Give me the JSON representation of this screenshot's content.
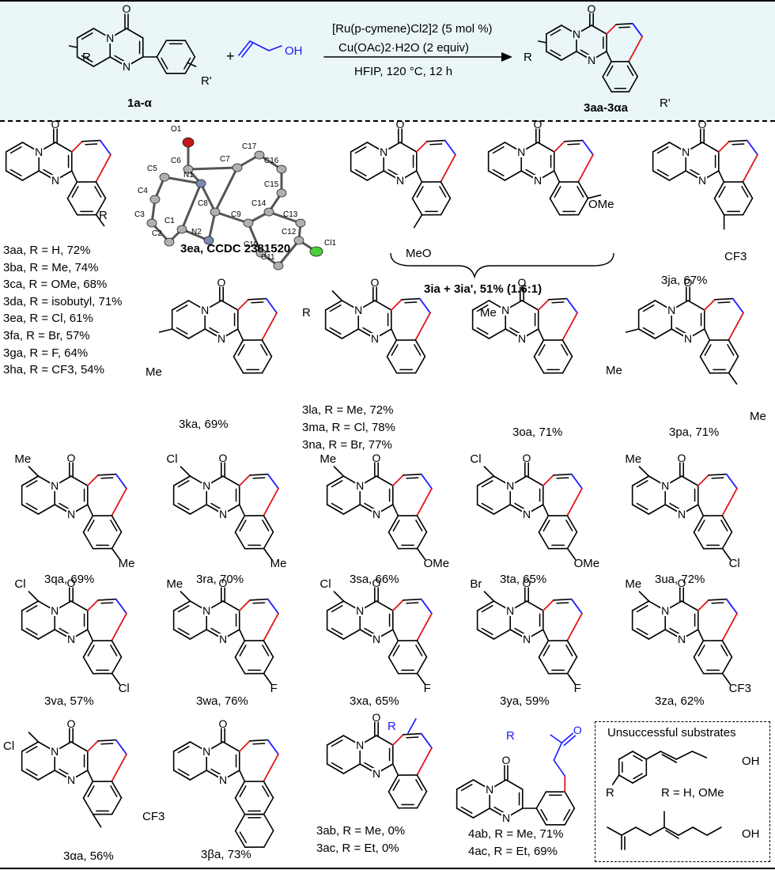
{
  "colors": {
    "header_bg": "#eaf6f8",
    "red_bond": "#e0161a",
    "blue_bond": "#1a1aff",
    "cl_atom": "#4ccf3a",
    "o_atom": "#c01818",
    "n_atom": "#7a8bb0"
  },
  "header": {
    "reactant_label": "1a-α",
    "reactant_r": "R",
    "reactant_r2": "R'",
    "plus": "+",
    "reagent_oh": "OH",
    "condition_1": "[Ru(p-cymene)Cl2]2 (5 mol %)",
    "condition_2": "Cu(OAc)2·H2O (2 equiv)",
    "condition_3": "HFIP, 120 °C, 12 h",
    "product_label": "3aa-3αa",
    "product_r": "R",
    "product_r2": "R'"
  },
  "xray": {
    "label": "3ea, CCDC 2381520",
    "atoms": [
      "O1",
      "C6",
      "C7",
      "C17",
      "C16",
      "C5",
      "N1",
      "C15",
      "C4",
      "C14",
      "C3",
      "C1",
      "C8",
      "C9",
      "C13",
      "C2",
      "N2",
      "C12",
      "C10",
      "C11",
      "Cl1"
    ]
  },
  "products": {
    "aa_series": [
      "3aa, R = H, 72%",
      "3ba, R = Me, 74%",
      "3ca, R = OMe, 68%",
      "3da, R = isobutyl, 71%",
      "3ea, R = Cl, 61%",
      "3fa, R = Br, 57%",
      "3ga, R = F, 64%",
      "3ha, R = CF3, 54%"
    ],
    "series_r": "R",
    "ia_label": "3ia + 3ia', 51% (1.6:1)",
    "ia_sub1": "MeO",
    "ia_sub2": "OMe",
    "ja_label": "3ja, 67%",
    "ja_sub": "CF3",
    "ka_label": "3ka, 69%",
    "ka_sub": "Me",
    "la_series": [
      "3la, R = Me, 72%",
      "3ma, R = Cl, 78%",
      "3na, R = Br, 77%"
    ],
    "la_r": "R",
    "oa_label": "3oa, 71%",
    "oa_sub": "Me",
    "pa_label": "3pa, 71%",
    "pa_sub1": "Me",
    "pa_sub2": "Me",
    "row3": [
      {
        "label": "3qa, 69%",
        "sub1": "Me",
        "sub2": "Me"
      },
      {
        "label": "3ra, 70%",
        "sub1": "Cl",
        "sub2": "Me"
      },
      {
        "label": "3sa, 66%",
        "sub1": "Me",
        "sub2": "OMe"
      },
      {
        "label": "3ta, 65%",
        "sub1": "Cl",
        "sub2": "OMe"
      },
      {
        "label": "3ua, 72%",
        "sub1": "Me",
        "sub2": "Cl"
      }
    ],
    "row4": [
      {
        "label": "3va, 57%",
        "sub1": "Cl",
        "sub2": "Cl"
      },
      {
        "label": "3wa, 76%",
        "sub1": "Me",
        "sub2": "F"
      },
      {
        "label": "3xa, 65%",
        "sub1": "Cl",
        "sub2": "F"
      },
      {
        "label": "3ya, 59%",
        "sub1": "Br",
        "sub2": "F"
      },
      {
        "label": "3za, 62%",
        "sub1": "Me",
        "sub2": "CF3"
      }
    ],
    "alpha_label": "3αa, 56%",
    "alpha_sub1": "Cl",
    "alpha_sub2": "CF3",
    "beta_label": "3βa, 73%",
    "ab_series": [
      "3ab, R = Me, 0%",
      "3ac, R = Et, 0%"
    ],
    "ab_r": "R",
    "fourab_series": [
      "4ab, R = Me, 71%",
      "4ac, R = Et, 69%"
    ],
    "fourab_r": "R"
  },
  "unsuccessful": {
    "title": "Unsuccessful substrates",
    "oh1": "OH",
    "r": "R",
    "r_values": "R = H, OMe",
    "oh2": "OH"
  }
}
